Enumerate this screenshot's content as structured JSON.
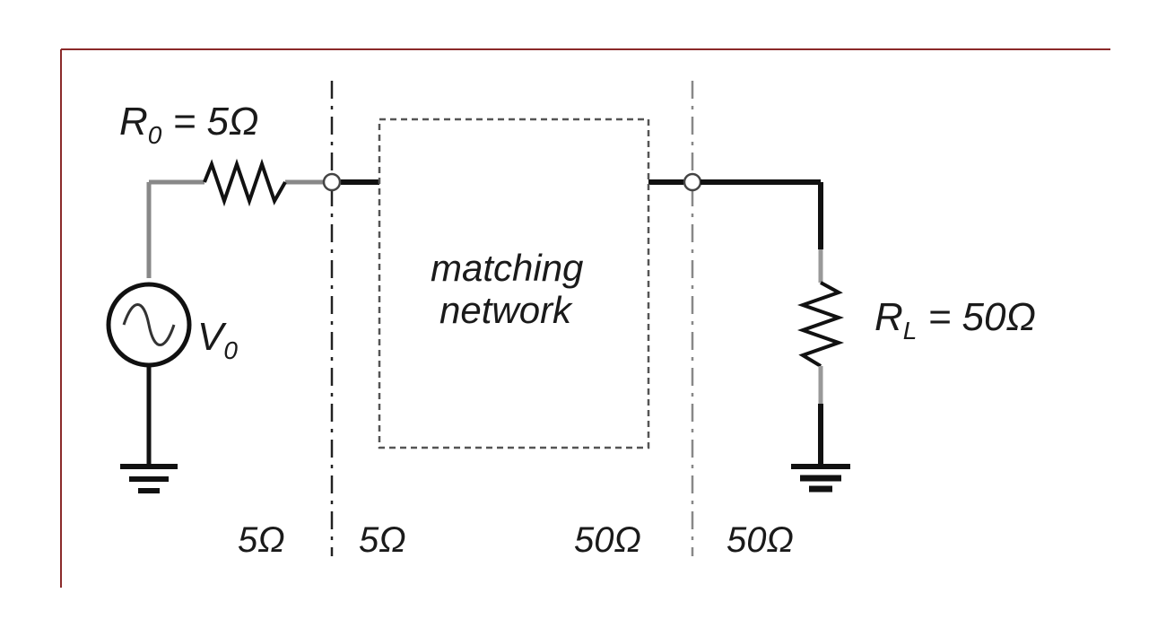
{
  "frame_color": "#8b2a2a",
  "source_resistor": {
    "symbol": "R",
    "subscript": "0",
    "value": " = 5Ω"
  },
  "source": {
    "symbol": "V",
    "subscript": "0"
  },
  "load_resistor": {
    "symbol": "R",
    "subscript": "L",
    "value": " = 50Ω"
  },
  "network": {
    "line1": "matching",
    "line2": "network"
  },
  "impedances": {
    "left_outer": "5Ω",
    "left_inner": "5Ω",
    "right_inner": "50Ω",
    "right_outer": "50Ω"
  }
}
